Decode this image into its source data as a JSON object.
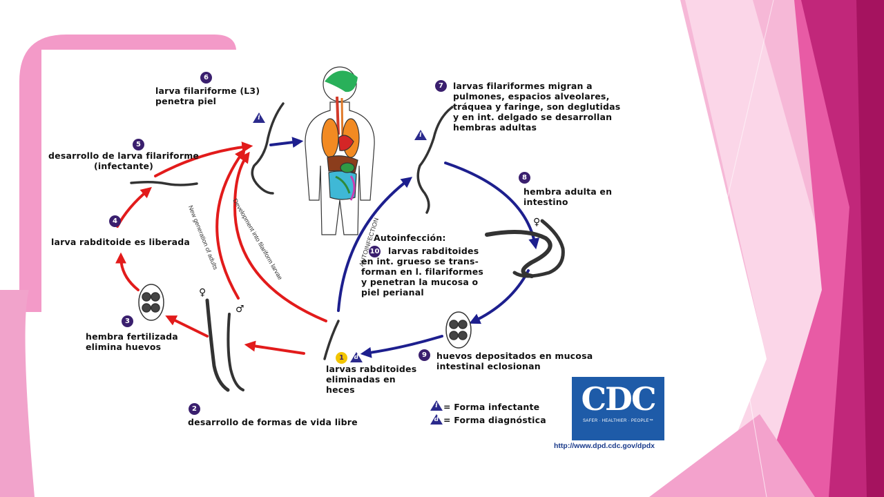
{
  "slide": {
    "accent_colors": {
      "pink_light": "#f39ac8",
      "pink_mid": "#e85ba5",
      "magenta": "#c1277a",
      "magenta_dark": "#a5135f"
    }
  },
  "diagram": {
    "colors": {
      "red_arrow": "#e21b1b",
      "blue_arrow": "#1d1f8e",
      "number_badge": "#3a1f6e"
    },
    "stages": [
      {
        "num": "6",
        "text": "larva filariforme (L3)\npenetra piel"
      },
      {
        "num": "7",
        "text": "larvas filariformes migran a\npulmones, espacios alveolares,\ntráquea y faringe, son deglutidas\ny en int. delgado se desarrollan\nhembras adultas"
      },
      {
        "num": "5",
        "text": "desarrollo de larva filariforme\n(infectante)"
      },
      {
        "num": "8",
        "text": "hembra adulta en\nintestino"
      },
      {
        "num": "4",
        "text": "larva rabditoide es liberada"
      },
      {
        "num": "10",
        "title": "Autoinfección:",
        "text": "larvas rabditoides\nen int. grueso se trans-\nforman en l. filariformes\ny penetran la mucosa o\npiel perianal"
      },
      {
        "num": "3",
        "text": "hembra fertilizada\nelimina huevos"
      },
      {
        "num": "9",
        "text": "huevos depositados en mucosa\nintestinal eclosionan"
      },
      {
        "num": "1",
        "text": "larvas rabditoides\neliminadas en\nheces"
      },
      {
        "num": "2",
        "text": "desarrollo de formas de vida libre"
      }
    ],
    "arrow_labels": {
      "new_generation": "New generation of adults",
      "development": "Development into filariform larvae",
      "autoinfection": "AUTOINFECTION"
    },
    "symbols": {
      "female": "♀",
      "male": "♂"
    },
    "badge_letters": {
      "infective": "i",
      "diagnostic": "d"
    },
    "legend": {
      "infective": "= Forma infectante",
      "diagnostic": "= Forma diagnóstica"
    },
    "logo": {
      "text": "CDC",
      "tagline": "SAFER · HEALTHIER · PEOPLE™",
      "url": "http://www.dpd.cdc.gov/dpdx"
    }
  }
}
